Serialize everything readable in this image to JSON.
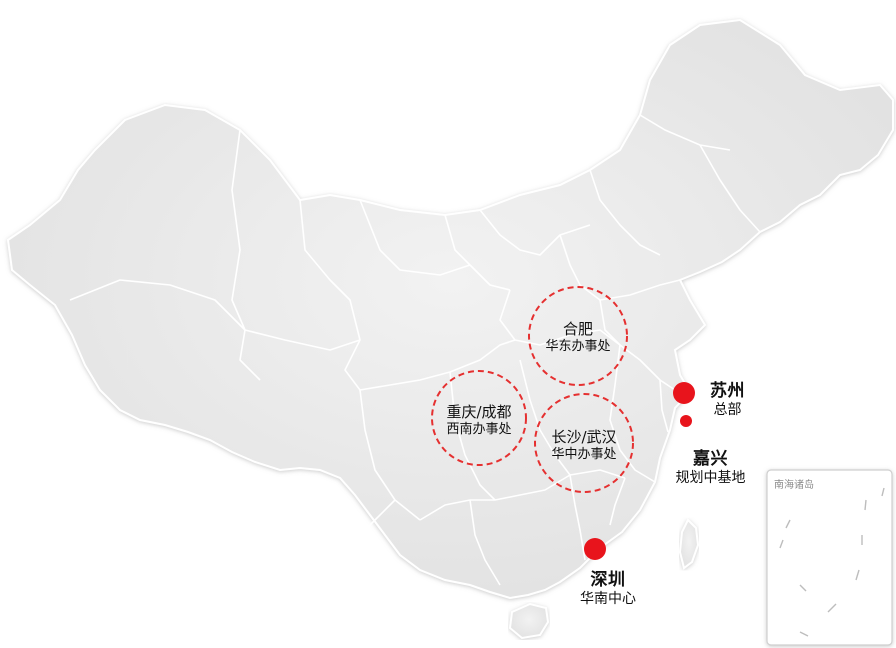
{
  "offices": [
    {
      "id": "hefei",
      "city": "合肥",
      "role": "华东办事处",
      "marker": "dashed-circle"
    },
    {
      "id": "chongqing-chengdu",
      "city": "重庆/成都",
      "role": "西南办事处",
      "marker": "dashed-circle"
    },
    {
      "id": "changsha-wuhan",
      "city": "长沙/武汉",
      "role": "华中办事处",
      "marker": "dashed-circle"
    },
    {
      "id": "suzhou",
      "city": "苏州",
      "role": "总部",
      "marker": "large-red-dot"
    },
    {
      "id": "jiaxing",
      "city": "嘉兴",
      "role": "规划中基地",
      "marker": "small-red-dot"
    },
    {
      "id": "shenzhen",
      "city": "深圳",
      "role": "华南中心",
      "marker": "large-red-dot"
    }
  ],
  "inset": {
    "title": "南海诸岛"
  },
  "colors": {
    "marker": "#e8141c",
    "land": "#e9e9e9",
    "border": "#ffffff",
    "dashed": "#e53030",
    "text": "#111111"
  }
}
